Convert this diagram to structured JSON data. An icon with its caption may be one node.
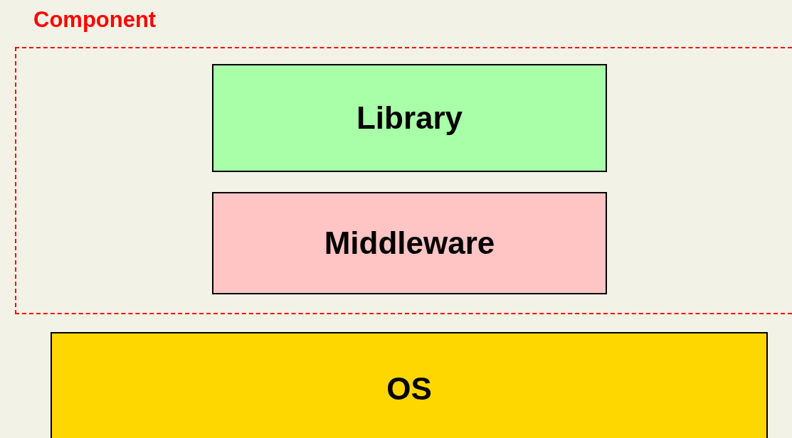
{
  "diagram": {
    "nodes": [
      {
        "text": [
          "Component"
        ]
      },
      {
        "text": [
          "Library"
        ],
        "in": 0
      },
      {
        "text": [
          "Middleware"
        ],
        "in": 0
      },
      {
        "text": [
          "OS"
        ]
      }
    ]
  }
}
